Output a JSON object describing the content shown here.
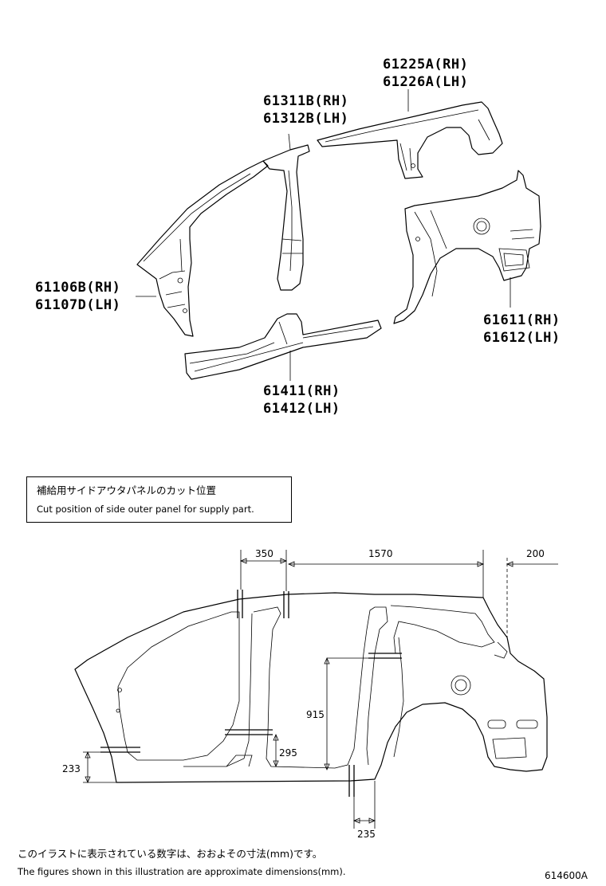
{
  "parts": {
    "roof_side_rail": {
      "rh": "61225A(RH)",
      "lh": "61226A(LH)"
    },
    "center_pillar": {
      "rh": "61311B(RH)",
      "lh": "61312B(LH)"
    },
    "front_pillar": {
      "rh": "61106B(RH)",
      "lh": "61107D(LH)"
    },
    "rear_quarter": {
      "rh": "61611(RH)",
      "lh": "61612(LH)"
    },
    "rocker": {
      "rh": "61411(RH)",
      "lh": "61412(LH)"
    }
  },
  "caption": {
    "jp": "補給用サイドアウタパネルのカット位置",
    "en": "Cut position of side outer panel for supply part."
  },
  "dimensions": {
    "d350": "350",
    "d1570": "1570",
    "d200": "200",
    "d915": "915",
    "d295": "295",
    "d233": "233",
    "d235": "235"
  },
  "notes": {
    "jp": "このイラストに表示されている数字は、おおよその寸法(mm)です。",
    "en": "The figures shown in this illustration are approximate dimensions(mm)."
  },
  "figure_id": "614600A"
}
